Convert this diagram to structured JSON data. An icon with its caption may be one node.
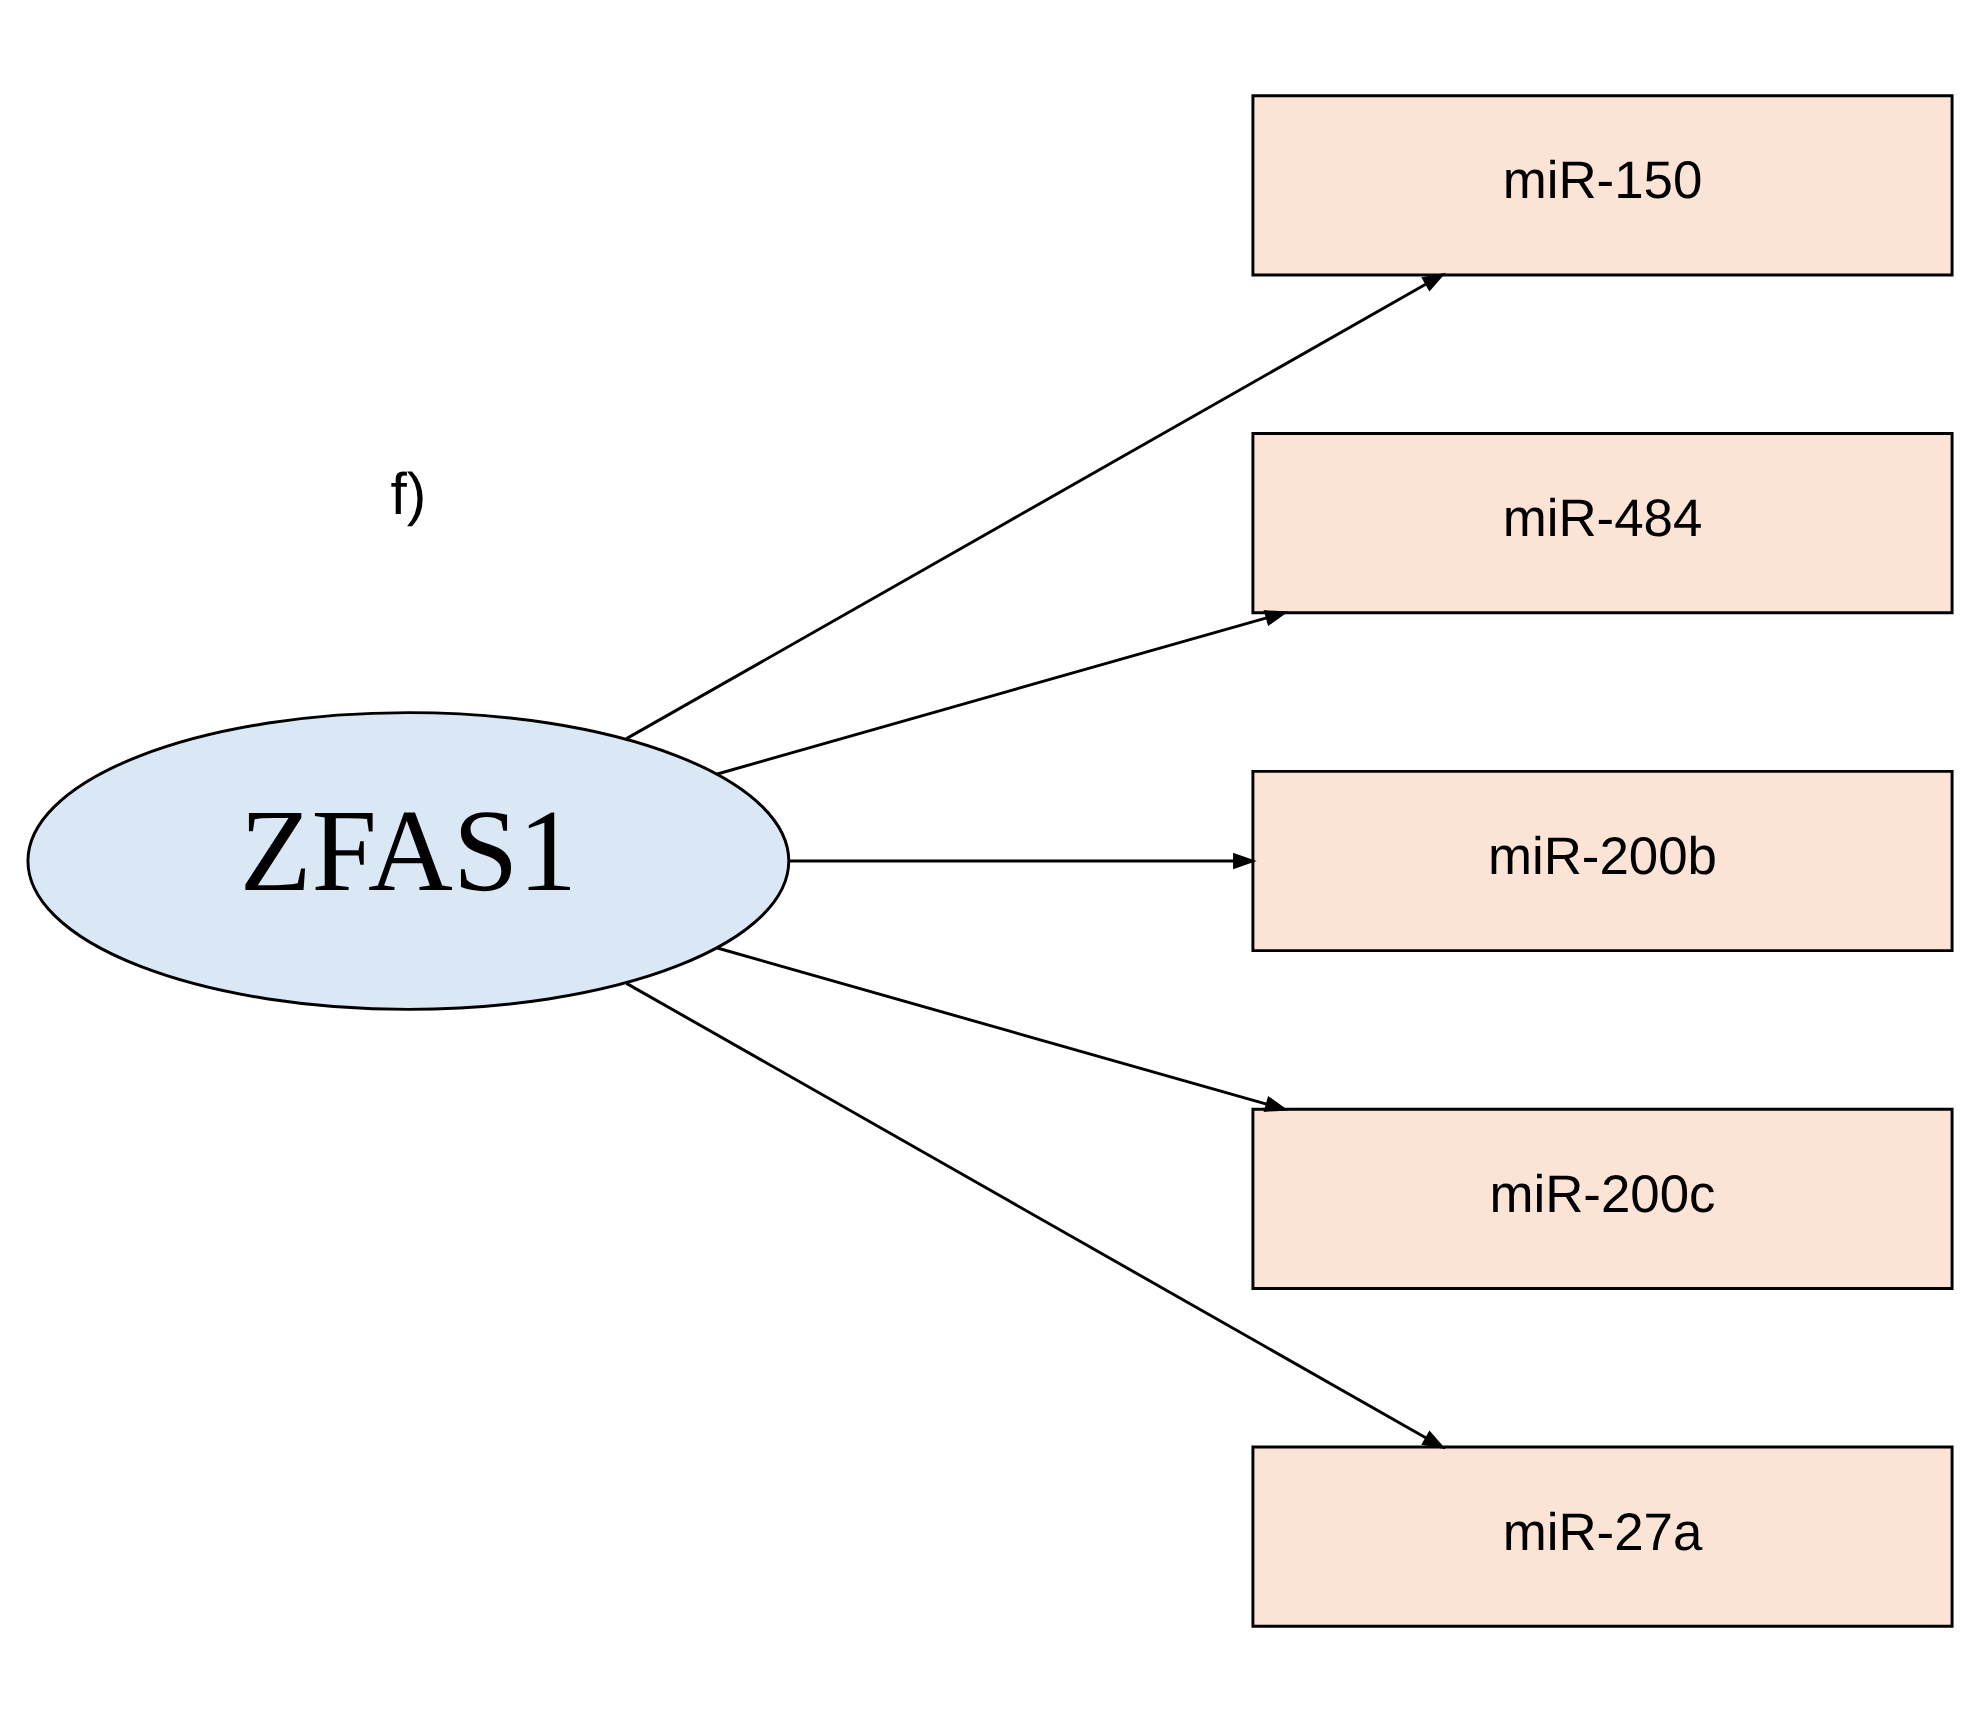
{
  "diagram": {
    "nodes": [
      {
        "text": [
          "ZFAS1"
        ]
      },
      {
        "text": [
          "miR-150"
        ]
      },
      {
        "text": [
          "miR-484"
        ]
      },
      {
        "text": [
          "miR-200b"
        ]
      },
      {
        "text": [
          "miR-200c"
        ]
      },
      {
        "text": [
          "miR-27a"
        ]
      }
    ],
    "edges": [
      {
        "from": 0,
        "to": 1,
        "arrow": "to"
      },
      {
        "from": 0,
        "to": 2,
        "arrow": "to"
      },
      {
        "from": 0,
        "to": 3,
        "arrow": "to"
      },
      {
        "from": 0,
        "to": 4,
        "arrow": "to"
      },
      {
        "from": 0,
        "to": 5,
        "arrow": "to"
      }
    ],
    "labels": [
      "f)"
    ]
  }
}
